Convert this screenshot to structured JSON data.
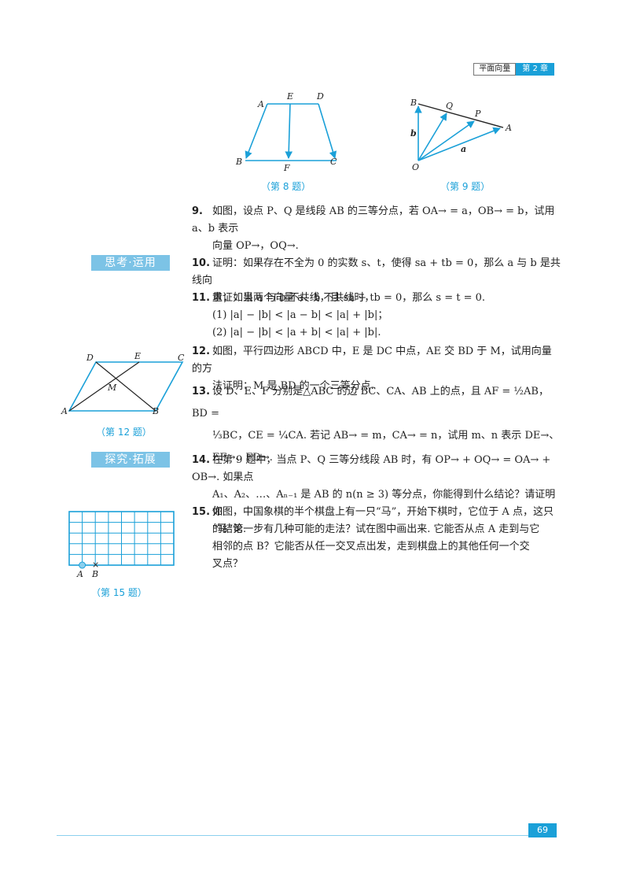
{
  "header": {
    "section": "平面向量",
    "chapter": "第 2 章"
  },
  "figures": {
    "fig8": {
      "caption": "（第 8 题）",
      "labels": {
        "A": "A",
        "E": "E",
        "D": "D",
        "B": "B",
        "F": "F",
        "C": "C"
      }
    },
    "fig9": {
      "caption": "（第 9 题）",
      "labels": {
        "B": "B",
        "Q": "Q",
        "P": "P",
        "A": "A",
        "O": "O",
        "b": "b",
        "a": "a"
      }
    },
    "fig12": {
      "caption": "（第 12 题）",
      "labels": {
        "D": "D",
        "E": "E",
        "C": "C",
        "M": "M",
        "A": "A",
        "B": "B"
      }
    },
    "fig15": {
      "caption": "（第 15 题）",
      "labels": {
        "A": "A",
        "B": "B"
      }
    }
  },
  "sections": {
    "think": "思考·运用",
    "explore": "探究·拓展"
  },
  "problems": {
    "p9": {
      "num": "9.",
      "line1": "如图，设点 P、Q 是线段 AB 的三等分点，若 OA→ = a，OB→ = b，试用 a、b 表示",
      "line2": "向量 OP→，OQ→."
    },
    "p10": {
      "num": "10.",
      "line1": "证明：如果存在不全为 0 的实数 s、t，使得 sa + tb = 0，那么 a 与 b 是共线向",
      "line2": "量；如果 a 与 b 不共线，且 sa + tb = 0，那么 s = t = 0."
    },
    "p11": {
      "num": "11.",
      "line1": "求证：当两个向量 a、b 不共线时，",
      "line2": "(1)  |a| − |b| < |a − b| < |a| + |b|；",
      "line3": "(2)  |a| − |b| < |a + b| < |a| + |b|."
    },
    "p12": {
      "num": "12.",
      "line1": "如图，平行四边形 ABCD 中，E 是 DC 中点，AE 交 BD 于 M，试用向量的方",
      "line2": "法证明：M 是 BD 的一个三等分点."
    },
    "p13": {
      "num": "13.",
      "line1": "设 D、E、F 分别是△ABC 的边 BC、CA、AB 上的点，且 AF = ½AB，BD =",
      "line2": "⅓BC，CE = ¼CA. 若记 AB→ = m，CA→ = n，试用 m、n 表示 DE→、EF→、FD→."
    },
    "p14": {
      "num": "14.",
      "line1": "在第 9 题中，当点 P、Q 三等分线段 AB 时，有 OP→ + OQ→ = OA→ + OB→. 如果点",
      "line2": "A₁、A₂、…、Aₙ₋₁ 是 AB 的 n(n ≥ 3) 等分点，你能得到什么结论？请证明你",
      "line3": "的结论."
    },
    "p15": {
      "num": "15.",
      "line1": "如图，中国象棋的半个棋盘上有一只“马”，开始下棋时，它位于 A 点，这只",
      "line2": "“马”第一步有几种可能的走法？试在图中画出来. 它能否从点 A 走到与它",
      "line3": "相邻的点 B？它能否从任一交叉点出发，走到棋盘上的其他任何一个交",
      "line4": "叉点？"
    }
  },
  "page_number": "69",
  "colors": {
    "accent": "#1aa0d8",
    "tag": "#7cc3e6",
    "rule": "#8bd0ee"
  }
}
